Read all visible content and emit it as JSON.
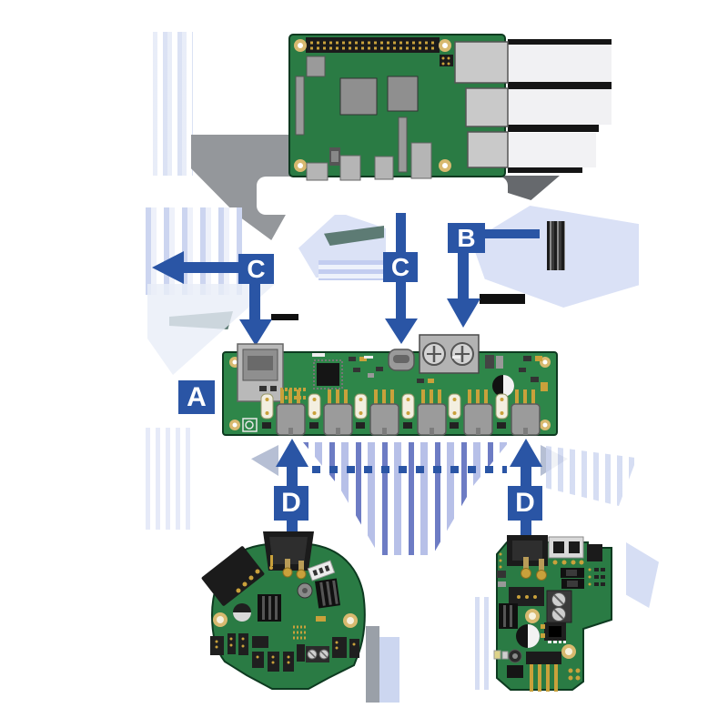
{
  "diagram": {
    "labels": {
      "a": "A",
      "b": "B",
      "c_left": "C",
      "c_mid": "C",
      "d_left": "D",
      "d_right": "D"
    },
    "colors": {
      "arrow_blue": "#2a55a5",
      "pi_green": "#2a7b44",
      "pcb_green": "#2e8649",
      "pcb_border": "#0d3a20",
      "pad_gold": "#d8b96f",
      "pin_gold": "#c9a13b",
      "connector_gray": "#9b9b9b",
      "artifact_lavender": "#ccd5f0",
      "artifact_gray": "#94979b"
    }
  }
}
